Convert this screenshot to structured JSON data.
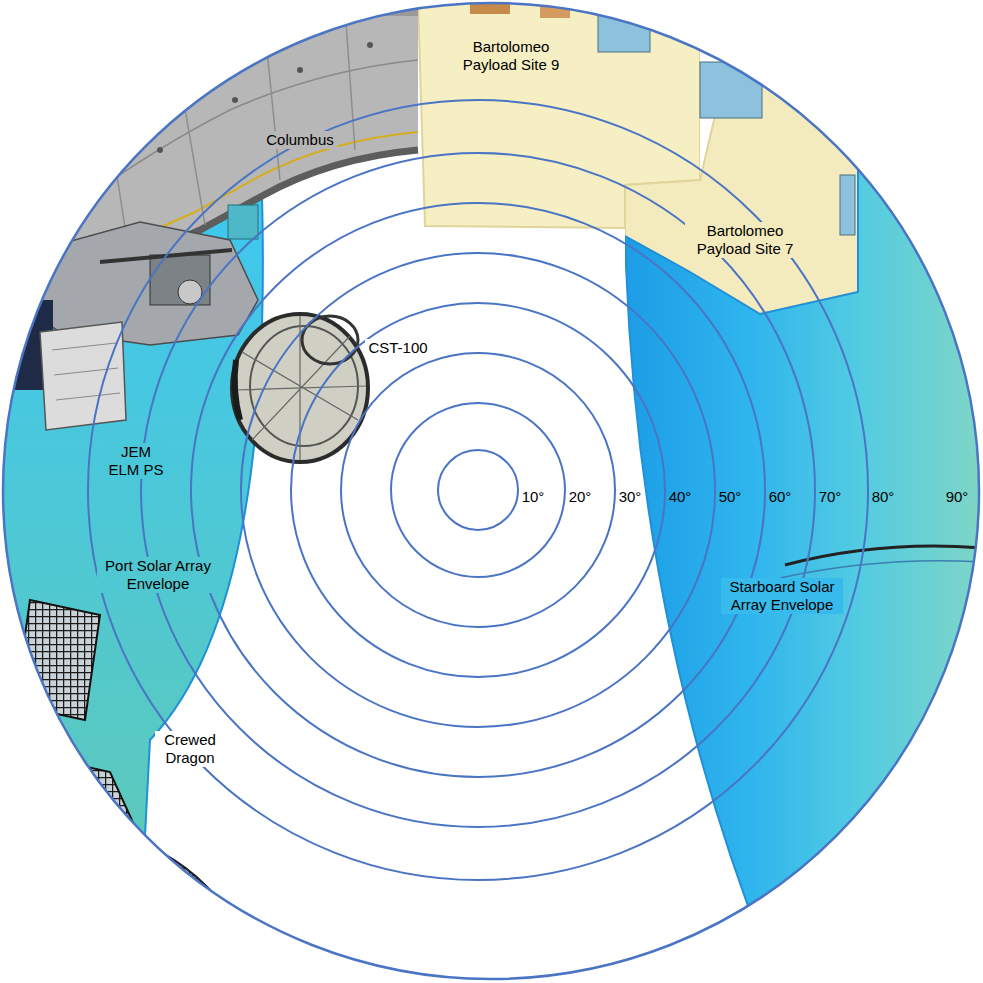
{
  "diagram": {
    "nodes": [
      {
        "text": [
          "Bartolomeo Payload Site 9"
        ]
      },
      {
        "text": [
          "Bartolomeo Payload Site 7"
        ]
      },
      {
        "text": [
          "Port Solar Array Envelope"
        ]
      },
      {
        "text": [
          "Starboard Solar Array Envelope"
        ]
      }
    ],
    "labels": [
      "Columbus",
      "CST-100",
      "JEM ELM PS",
      "10°",
      "20°",
      "30°",
      "40°",
      "50°",
      "60°",
      "70°",
      "80°",
      "90°",
      "Crewed Dragon"
    ]
  }
}
